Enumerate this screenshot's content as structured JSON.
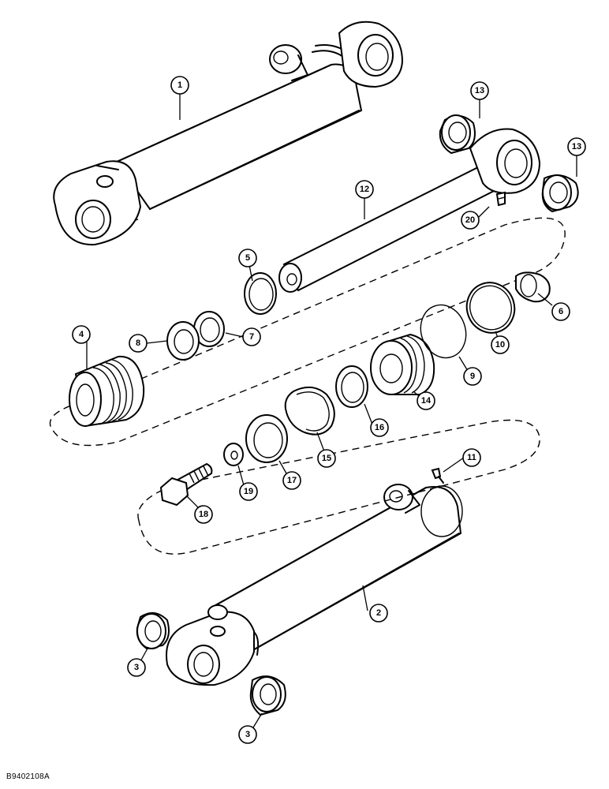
{
  "diagram": {
    "type": "exploded-parts-view",
    "drawing_code": "B9402108A",
    "callouts": [
      "1",
      "2",
      "3",
      "3",
      "4",
      "5",
      "6",
      "7",
      "8",
      "9",
      "10",
      "11",
      "12",
      "13",
      "13",
      "14",
      "15",
      "16",
      "17",
      "18",
      "19",
      "20"
    ]
  }
}
